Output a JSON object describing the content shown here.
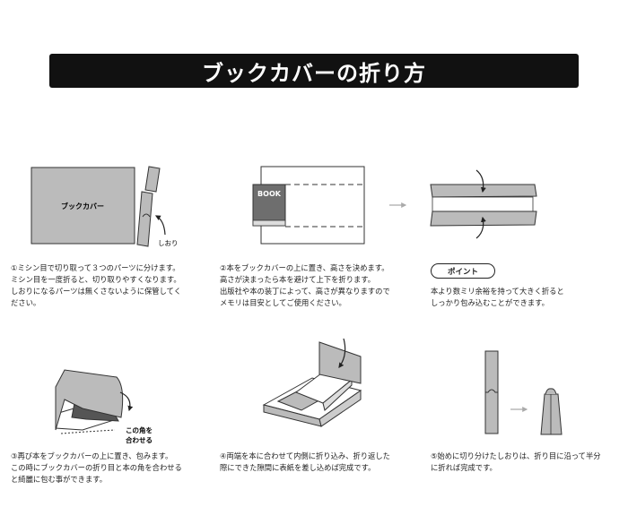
{
  "title": "ブックカバーの折り方",
  "labels": {
    "book_cover": "ブックカバー",
    "bookmark": "しおり",
    "book": "BOOK",
    "corner_line1": "この角を",
    "corner_line2": "合わせる"
  },
  "point_badge": "ポイント",
  "steps": [
    {
      "id": "step1",
      "text": "①ミシン目で切り取って３つのパーツに分けます。\nミシン目を一度折ると、切り取りやすくなります。\nしおりになるパーツは無くさないように保管してく\nださい。"
    },
    {
      "id": "step2",
      "text": "②本をブックカバーの上に置き、高さを決めます。\n高さが決まったら本を避けて上下を折ります。\n出版社や本の装丁によって、高さが異なりますので\nメモリは目安としてご使用ください。"
    },
    {
      "id": "point",
      "text": "本より数ミリ余裕を持って大きく折ると\nしっかり包み込むことができます。"
    },
    {
      "id": "step3",
      "text": "③再び本をブックカバーの上に置き、包みます。\nこの時にブックカバーの折り目と本の角を合わせる\nと綺麗に包む事ができます。"
    },
    {
      "id": "step4",
      "text": "④両端を本に合わせて内側に折り込み、折り返した\n際にできた隙間に表紙を差し込めば完成です。"
    },
    {
      "id": "step5",
      "text": "⑤始めに切り分けたしおりは、折り目に沿って半分\nに折れば完成です。"
    }
  ]
}
